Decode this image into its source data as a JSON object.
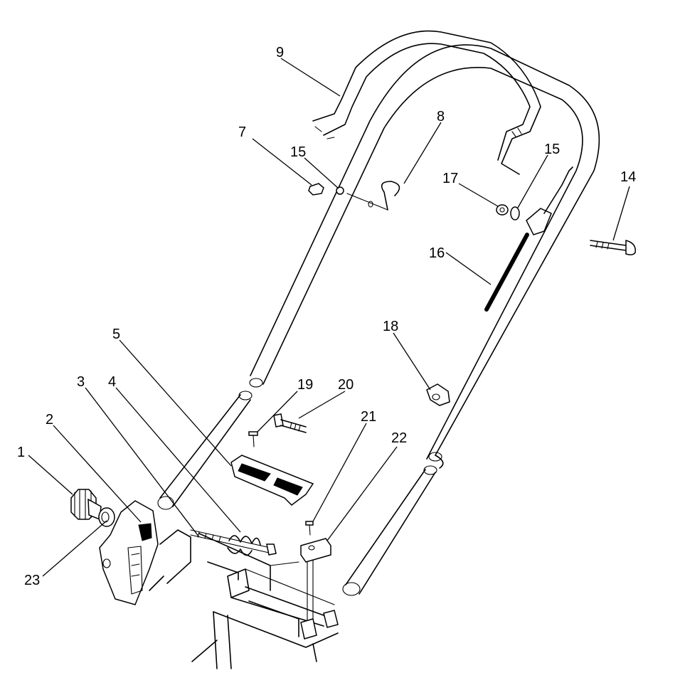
{
  "callouts": [
    {
      "id": "c1",
      "label": "1"
    },
    {
      "id": "c2",
      "label": "2"
    },
    {
      "id": "c3",
      "label": "3"
    },
    {
      "id": "c4",
      "label": "4"
    },
    {
      "id": "c5",
      "label": "5"
    },
    {
      "id": "c7",
      "label": "7"
    },
    {
      "id": "c8",
      "label": "8"
    },
    {
      "id": "c9",
      "label": "9"
    },
    {
      "id": "c14",
      "label": "14"
    },
    {
      "id": "c15a",
      "label": "15"
    },
    {
      "id": "c15b",
      "label": "15"
    },
    {
      "id": "c16",
      "label": "16"
    },
    {
      "id": "c17",
      "label": "17"
    },
    {
      "id": "c18",
      "label": "18"
    },
    {
      "id": "c19",
      "label": "19"
    },
    {
      "id": "c20",
      "label": "20"
    },
    {
      "id": "c21",
      "label": "21"
    },
    {
      "id": "c22",
      "label": "22"
    },
    {
      "id": "c23",
      "label": "23"
    }
  ]
}
